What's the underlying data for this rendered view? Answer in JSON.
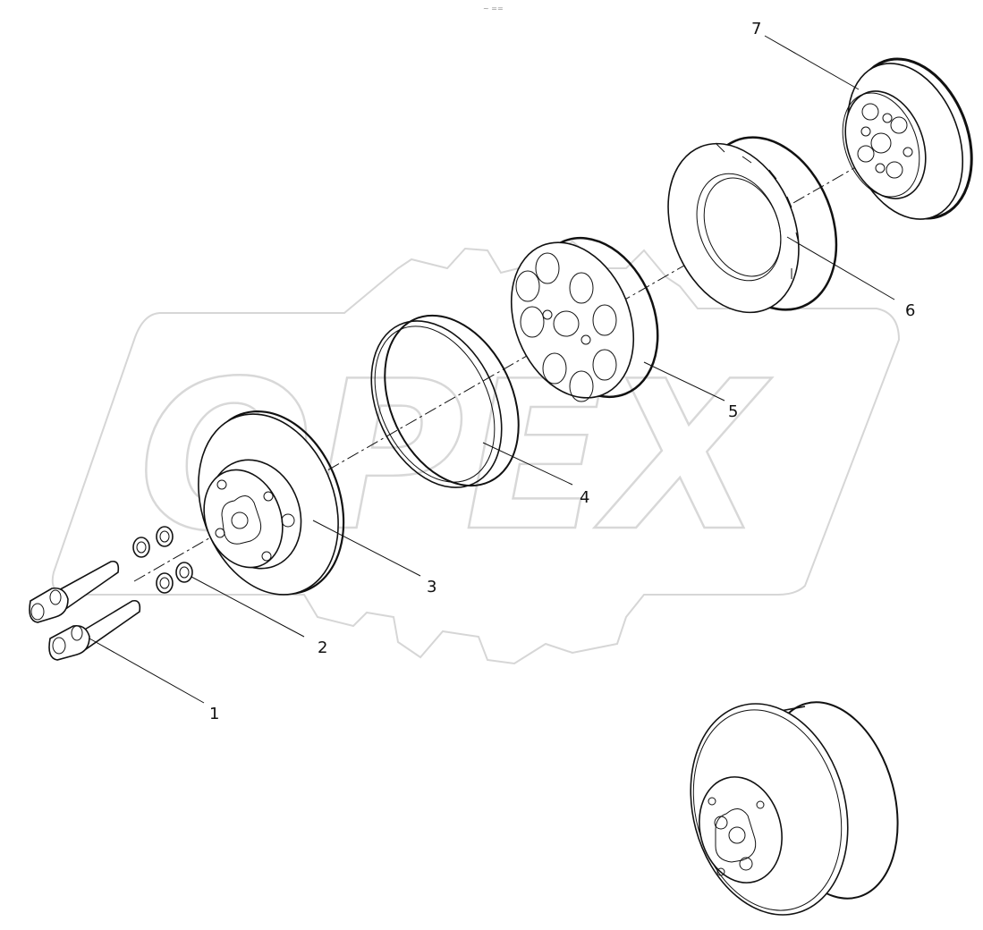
{
  "watermark": {
    "text": "OPEX"
  },
  "top_mark": "~ ==",
  "callouts": [
    {
      "id": "1",
      "label": "1"
    },
    {
      "id": "2",
      "label": "2"
    },
    {
      "id": "3",
      "label": "3"
    },
    {
      "id": "4",
      "label": "4"
    },
    {
      "id": "5",
      "label": "5"
    },
    {
      "id": "6",
      "label": "6"
    },
    {
      "id": "7",
      "label": "7"
    }
  ],
  "colors": {
    "line": "#111111",
    "watermark": "#d6d6d6",
    "background": "#ffffff"
  }
}
